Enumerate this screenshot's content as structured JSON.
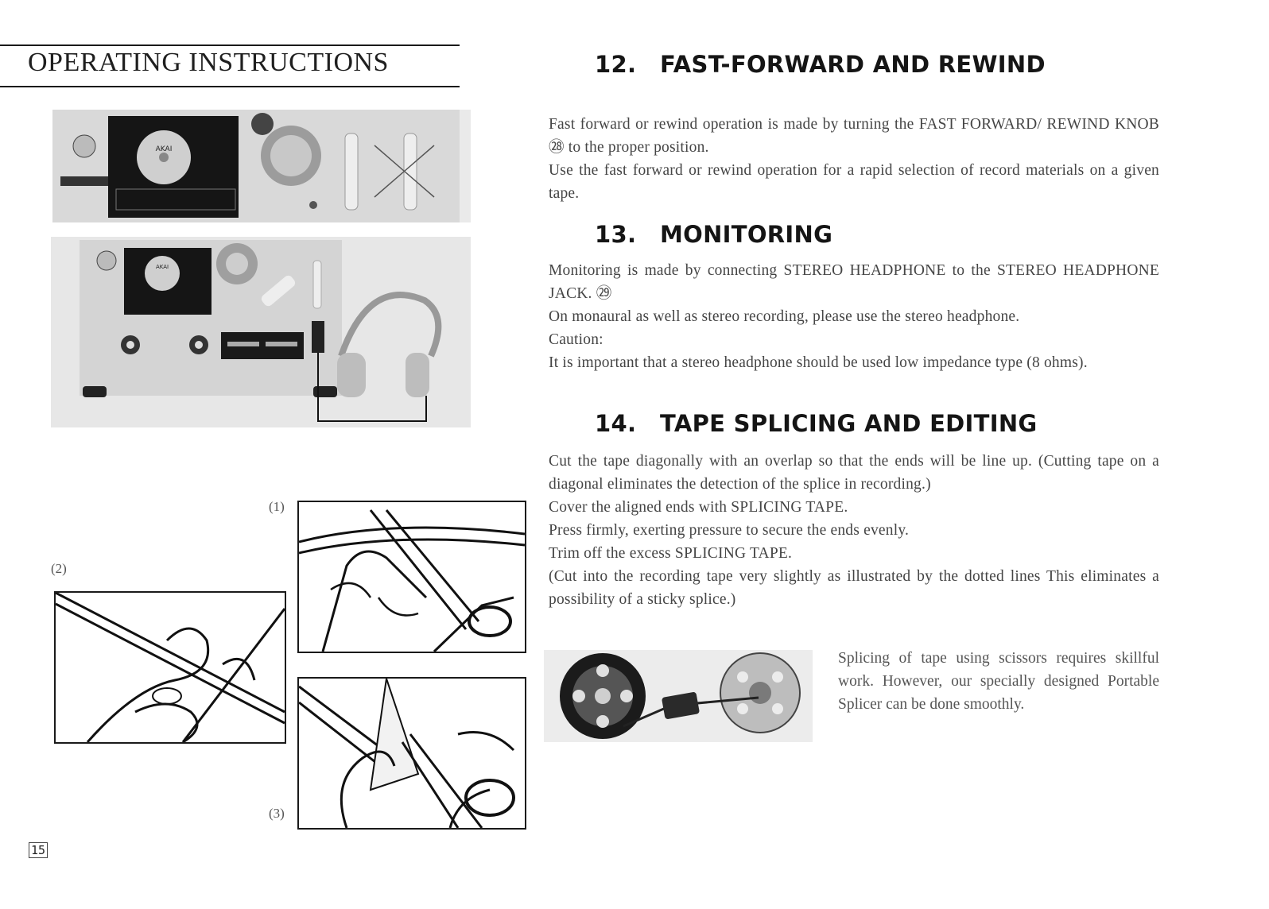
{
  "header": {
    "title": "OPERATING INSTRUCTIONS"
  },
  "photo_top": {
    "brand_text": "AKAI"
  },
  "photo_middle": {
    "brand_text": "AKAI"
  },
  "illustrations": {
    "label_1": "(1)",
    "label_2": "(2)",
    "label_3": "(3)"
  },
  "sections": [
    {
      "number": "12.",
      "heading": "FAST-FORWARD AND REWIND",
      "paragraphs": [
        "Fast forward or rewind operation is made by turning the FAST FORWARD/ REWIND KNOB ㉘ to the proper position.",
        "Use the fast forward or rewind operation for a rapid selection of record materials on a given tape."
      ]
    },
    {
      "number": "13.",
      "heading": "MONITORING",
      "paragraphs": [
        "Monitoring is made by connecting STEREO HEADPHONE to the STEREO HEADPHONE JACK. ㉙",
        "On monaural as well as stereo recording, please use the stereo headphone.",
        "Caution:",
        "It is important that a stereo headphone should be used low impedance type (8 ohms)."
      ]
    },
    {
      "number": "14.",
      "heading": "TAPE SPLICING AND EDITING",
      "paragraphs": [
        "Cut the tape diagonally with an overlap so that the ends will be line up. (Cutting tape on a diagonal eliminates the detection of the splice in recording.)",
        "Cover the aligned ends with SPLICING TAPE.",
        "Press firmly, exerting pressure to secure the ends evenly.",
        "Trim off the excess SPLICING TAPE.",
        "(Cut into the recording tape very slightly as illustrated by the dotted lines This eliminates a possibility of a sticky splice.)"
      ]
    }
  ],
  "splicer_caption": "Splicing of tape using scissors requires skillful work. However, our specially designed Portable Splicer can be done smoothly.",
  "page_number": "15"
}
